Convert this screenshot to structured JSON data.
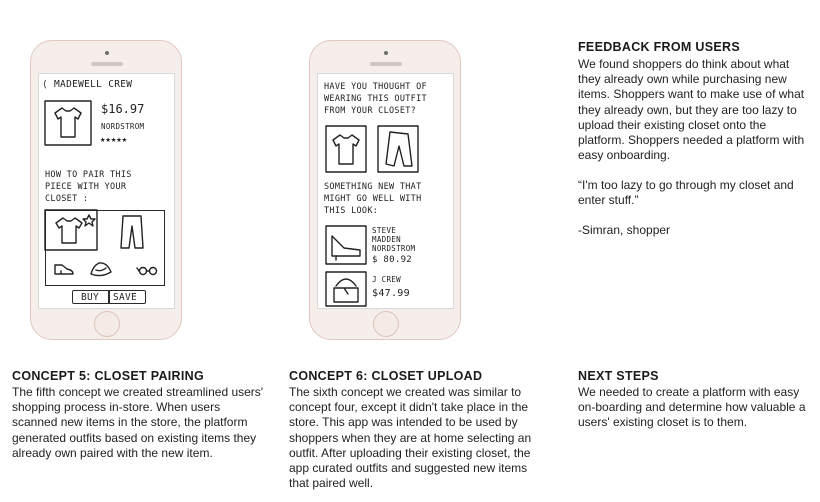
{
  "concept5": {
    "sketch": {
      "header": "⟨ MADEWELL CREW",
      "price": "$16.97",
      "store": "NORDSTROM",
      "stars": "★★★★★",
      "prompt": [
        "HOW TO PAIR THIS",
        "PIECE WITH YOUR",
        "CLOSET :"
      ],
      "buy_label": "BUY",
      "save_label": "SAVE"
    },
    "heading": "CONCEPT 5: CLOSET PAIRING",
    "body": "The fifth concept we created streamlined users' shopping process in-store. When users scanned new items in the store, the platform generated outfits based on existing items they already own paired with the new item."
  },
  "concept6": {
    "sketch": {
      "question": [
        "HAVE YOU THOUGHT OF",
        "WEARING THIS OUTFIT",
        "FROM YOUR CLOSET?"
      ],
      "suggest": [
        "SOMETHING NEW THAT",
        "MIGHT GO WELL WITH",
        "THIS LOOK:"
      ],
      "item1": [
        "STEVE",
        "MADDEN",
        "NORDSTROM",
        "$ 80.92"
      ],
      "item2": [
        "J CREW",
        "$47.99"
      ]
    },
    "heading": "CONCEPT 6: CLOSET UPLOAD",
    "body": "The sixth concept we created was similar to concept four, except it didn't take place in the store. This app was intended to be used by shoppers when they are at home selecting an outfit. After uploading their existing closet, the app curated outfits and suggested new items that paired well."
  },
  "feedback": {
    "heading": "FEEDBACK FROM USERS",
    "body": "We found shoppers do think about what they already own while purchasing new items. Shoppers want to make use of what they already own, but they are too lazy to upload their existing closet onto the platform. Shoppers needed a platform with easy onboarding.",
    "quote": "“I'm too lazy to go through my closet and enter stuff.”",
    "attribution": "-Simran, shopper"
  },
  "next_steps": {
    "heading": "NEXT STEPS",
    "body": "We needed to create a platform with easy on-boarding and determine how valuable a users' existing closet is to them."
  },
  "colors": {
    "phone_body": "#f6eeea",
    "phone_border": "#e2c8c0",
    "text": "#1b1b1b"
  }
}
